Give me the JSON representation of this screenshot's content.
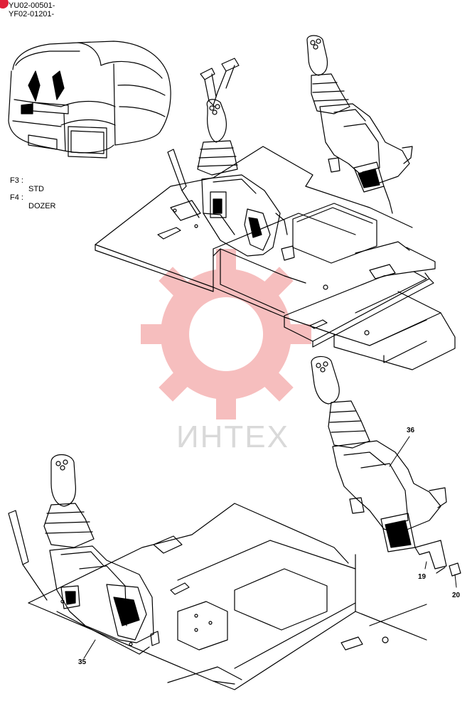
{
  "header": {
    "serial_line_1": "YU02-00501-",
    "serial_line_2": "YF02-01201-"
  },
  "legend": {
    "f3_code": "F3 :",
    "f3_value": "STD",
    "f4_code": "F4 :",
    "f4_value": "DOZER"
  },
  "callouts": {
    "p36": "36",
    "p19": "19",
    "p20": "20",
    "p35": "35"
  },
  "watermark": {
    "text": "ИНТЕХ",
    "color": "#f08a8a",
    "text_color": "#d9d9d9"
  },
  "colors": {
    "ink": "#000000",
    "corner_mark": "#e0203a"
  }
}
